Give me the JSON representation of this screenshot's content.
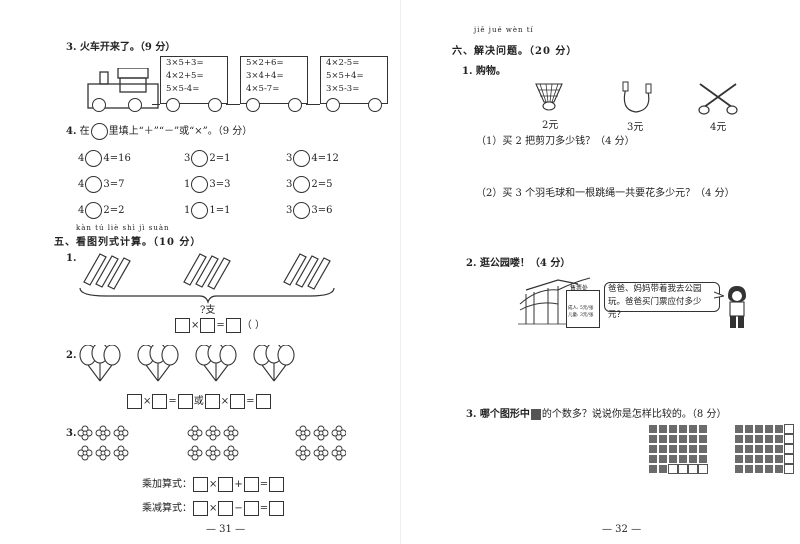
{
  "left": {
    "q3_title": "3. 火车开来了。（9 分）",
    "cars": [
      [
        "3×5+3=",
        "4×2+5=",
        "5×5-4="
      ],
      [
        "5×2+6=",
        "3×4+4=",
        "4×5-7="
      ],
      [
        "4×2-5=",
        "5×5+4=",
        "3×5-3="
      ]
    ],
    "q4_num": "4.",
    "q4_text_a": "在",
    "q4_text_b": "里填上“＋”“－”或“×”。（9 分）",
    "ops": [
      [
        "4",
        "4=16"
      ],
      [
        "3",
        "2=1"
      ],
      [
        "3",
        "4=12"
      ],
      [
        "4",
        "3=7"
      ],
      [
        "1",
        "3=3"
      ],
      [
        "3",
        "2=5"
      ],
      [
        "4",
        "2=2"
      ],
      [
        "1",
        "1=1"
      ],
      [
        "3",
        "3=6"
      ]
    ],
    "sec5_pinyin": "kàn tú liè shì jì suàn",
    "sec5_title": "五、看图列式计算。（10 分）",
    "item1": "1.",
    "brace_label": "?支",
    "paren": "（      ）",
    "item2": "2.",
    "or_word": "或",
    "item3": "3.",
    "add_label": "乘加算式：",
    "sub_label": "乘减算式：",
    "page_num": "— 31 —"
  },
  "right": {
    "sec6_pinyin": "jiě jué wèn tí",
    "sec6_title": "六、解决问题。（20 分）",
    "q1": "1. 购物。",
    "prices": [
      "2元",
      "3元",
      "4元"
    ],
    "sub1": "（1）买 2 把剪刀多少钱？（4 分）",
    "sub2": "（2）买 3 个羽毛球和一根跳绳一共要花多少元？（4 分）",
    "q2": "2. 逛公园喽！（4 分）",
    "park_sign": "售票处",
    "ticket_lines": [
      "成人: 5元/张",
      "儿童: 3元/张"
    ],
    "bubble": "爸爸、妈妈带着我去公园玩。爸爸买门票应付多少元？",
    "q3a": "3. 哪个图形中",
    "q3b": "的个数多？说说你是怎样比较的。（8 分）",
    "page_num": "— 32 —"
  },
  "colors": {
    "ink": "#222222",
    "grid_fill": "#6b6b6b"
  }
}
